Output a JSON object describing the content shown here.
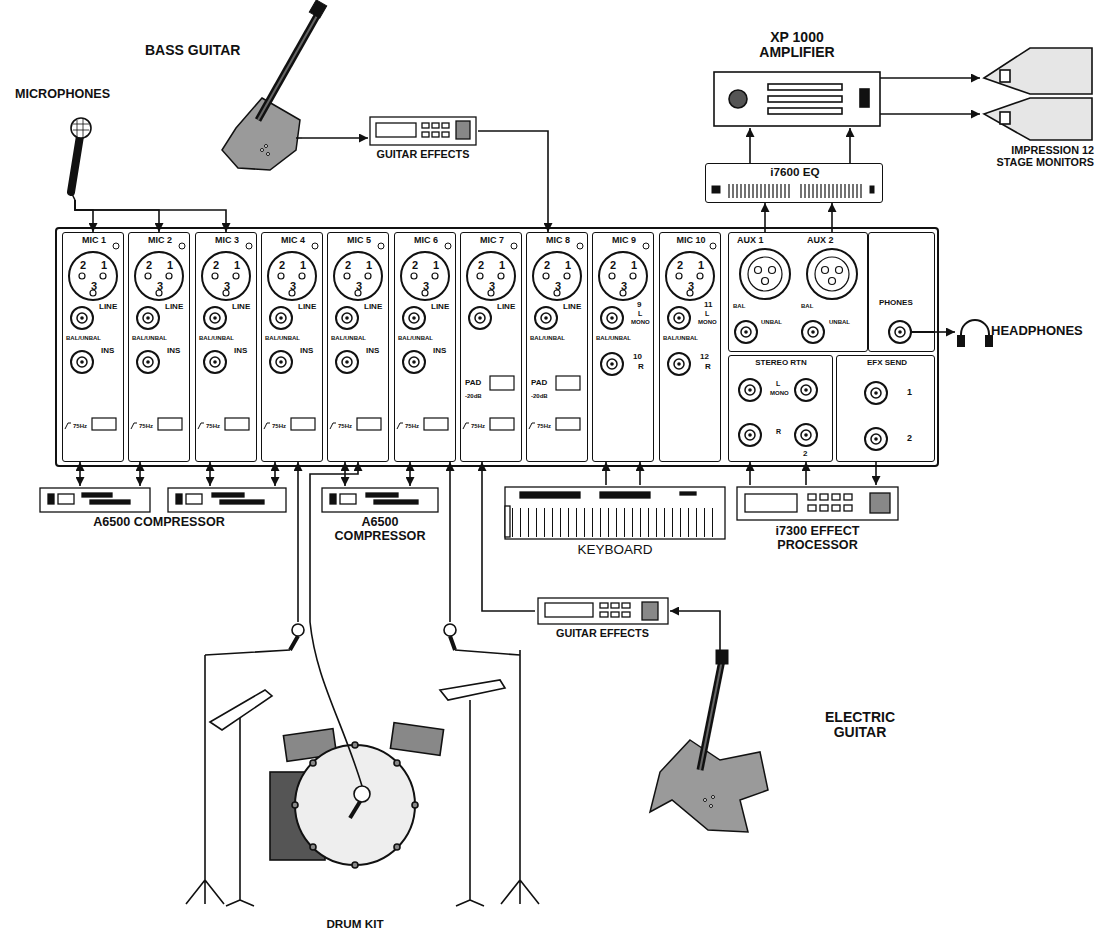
{
  "diagram": {
    "nodes": [
      {
        "text": [
          "BASS GUITAR"
        ]
      },
      {
        "text": [
          "XP 1000 AMPLIFIER"
        ]
      },
      {
        "text": [
          "MICROPHONES"
        ]
      },
      {
        "text": [
          "GUITAR EFFECTS"
        ]
      },
      {
        "text": [
          "i7600 EQ"
        ]
      },
      {
        "text": [
          "IMPRESSION 12 STAGE MONITORS"
        ]
      },
      {
        "text": [
          "MIC 1",
          "2",
          "1",
          "3",
          "LINE",
          "BAL/UNBAL",
          "INS",
          "75Hz"
        ]
      },
      {
        "text": [
          "MIC 2",
          "2",
          "1",
          "3",
          "LINE",
          "BAL/UNBAL",
          "INS",
          "75Hz"
        ]
      },
      {
        "text": [
          "MIC 3",
          "2",
          "1",
          "3",
          "LINE",
          "BAL/UNBAL",
          "INS",
          "75Hz"
        ]
      },
      {
        "text": [
          "MIC 4",
          "2",
          "1",
          "3",
          "LINE",
          "BAL/UNBAL",
          "INS",
          "75Hz"
        ]
      },
      {
        "text": [
          "MIC 5",
          "2",
          "1",
          "3",
          "LINE",
          "BAL/UNBAL",
          "INS",
          "75Hz"
        ]
      },
      {
        "text": [
          "MIC 6",
          "2",
          "1",
          "3",
          "LINE",
          "BAL/UNBAL",
          "INS",
          "75Hz"
        ]
      },
      {
        "text": [
          "MIC 7",
          "2",
          "1",
          "3",
          "LINE",
          "PAD",
          "-20dB",
          "75Hz"
        ]
      },
      {
        "text": [
          "MIC 8",
          "2",
          "1",
          "3",
          "LINE",
          "BAL/UNBAL",
          "PAD",
          "-20dB",
          "75Hz"
        ]
      },
      {
        "text": [
          "MIC 9",
          "2",
          "1",
          "3",
          "9",
          "L",
          "MONO",
          "BAL/UNBAL",
          "10",
          "R"
        ]
      },
      {
        "text": [
          "MIC 10",
          "2",
          "1",
          "3",
          "11",
          "L",
          "MONO",
          "BAL/UNBAL",
          "12",
          "R"
        ]
      },
      {
        "text": [
          "AUX 1",
          "AUX 2",
          "BAL",
          "BAL",
          "UNBAL",
          "UNBAL"
        ]
      },
      {
        "text": [
          "PHONES"
        ]
      },
      {
        "text": [
          "HEADPHONES"
        ]
      },
      {
        "text": [
          "STEREO RTN",
          "L",
          "MONO",
          "R",
          "2"
        ]
      },
      {
        "text": [
          "EFX SEND",
          "1",
          "2"
        ]
      },
      {
        "text": [
          "A6500 COMPRESSOR"
        ]
      },
      {
        "text": [
          "A6500 COMPRESSOR"
        ]
      },
      {
        "text": [
          "KEYBOARD"
        ]
      },
      {
        "text": [
          "i7300 EFFECT PROCESSOR"
        ]
      },
      {
        "text": [
          "GUITAR EFFECTS"
        ]
      },
      {
        "text": [
          "ELECTRIC GUITAR"
        ]
      },
      {
        "text": [
          "DRUM KIT"
        ]
      }
    ],
    "edges": [
      {
        "from": 2,
        "to": 6,
        "arrow": "to"
      },
      {
        "from": 2,
        "to": 7,
        "arrow": "to"
      },
      {
        "from": 2,
        "to": 8,
        "arrow": "to"
      },
      {
        "from": 0,
        "to": 3,
        "arrow": "to"
      },
      {
        "from": 3,
        "to": 13,
        "arrow": "to"
      },
      {
        "from": 16,
        "to": 4,
        "arrow": "to"
      },
      {
        "from": 16,
        "to": 4,
        "arrow": "to"
      },
      {
        "from": 4,
        "to": 1,
        "arrow": "to"
      },
      {
        "from": 4,
        "to": 1,
        "arrow": "to"
      },
      {
        "from": 1,
        "to": 5,
        "arrow": "to"
      },
      {
        "from": 1,
        "to": 5,
        "arrow": "to"
      },
      {
        "from": 17,
        "to": 18,
        "arrow": "to"
      },
      {
        "from": 6,
        "to": 21,
        "arrow": "both"
      },
      {
        "from": 7,
        "to": 21,
        "arrow": "both"
      },
      {
        "from": 8,
        "to": 21,
        "arrow": "both"
      },
      {
        "from": 9,
        "to": 21,
        "arrow": "both"
      },
      {
        "from": 10,
        "to": 22,
        "arrow": "both"
      },
      {
        "from": 11,
        "to": 22,
        "arrow": "both"
      },
      {
        "from": 23,
        "to": 14,
        "arrow": "to"
      },
      {
        "from": 23,
        "to": 14,
        "arrow": "to"
      },
      {
        "from": 20,
        "to": 24,
        "arrow": "to"
      },
      {
        "from": 24,
        "to": 19,
        "arrow": "to"
      },
      {
        "from": 24,
        "to": 19,
        "arrow": "to"
      },
      {
        "from": 26,
        "to": 25,
        "arrow": "to"
      },
      {
        "from": 25,
        "to": 12,
        "arrow": "to"
      },
      {
        "from": 27,
        "to": 9,
        "arrow": "to"
      },
      {
        "from": 27,
        "to": 10,
        "arrow": "to"
      },
      {
        "from": 27,
        "to": 11,
        "arrow": "to"
      }
    ]
  }
}
